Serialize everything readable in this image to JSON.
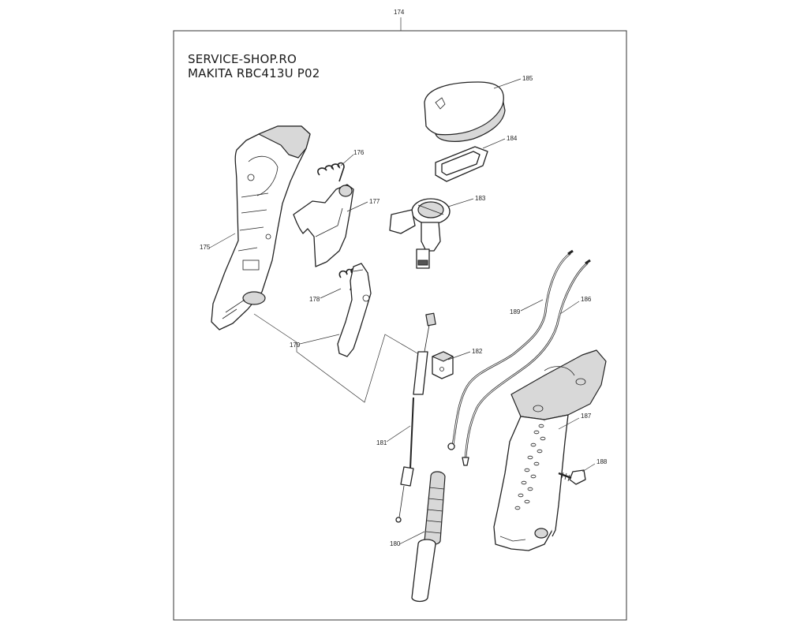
{
  "header": {
    "line1": "SERVICE-SHOP.RO",
    "line2": "MAKITA RBC413U P02"
  },
  "frame_number": "174",
  "parts": [
    {
      "id": "p174",
      "number": "174"
    },
    {
      "id": "p175",
      "number": "175"
    },
    {
      "id": "p176",
      "number": "176"
    },
    {
      "id": "p177",
      "number": "177"
    },
    {
      "id": "p178",
      "number": "178"
    },
    {
      "id": "p179",
      "number": "179"
    },
    {
      "id": "p180",
      "number": "180"
    },
    {
      "id": "p181",
      "number": "181"
    },
    {
      "id": "p182",
      "number": "182"
    },
    {
      "id": "p183",
      "number": "183"
    },
    {
      "id": "p184",
      "number": "184"
    },
    {
      "id": "p185",
      "number": "185"
    },
    {
      "id": "p186",
      "number": "186"
    },
    {
      "id": "p187",
      "number": "187"
    },
    {
      "id": "p188",
      "number": "188"
    },
    {
      "id": "p189",
      "number": "189"
    }
  ],
  "labels": {
    "n174": "174",
    "n175": "175",
    "n176": "176",
    "n177": "177",
    "n178": "178",
    "n179": "179",
    "n180": "180",
    "n181": "181",
    "n182": "182",
    "n183": "183",
    "n184": "184",
    "n185": "185",
    "n186": "186",
    "n187": "187",
    "n188": "188",
    "n189": "189"
  }
}
